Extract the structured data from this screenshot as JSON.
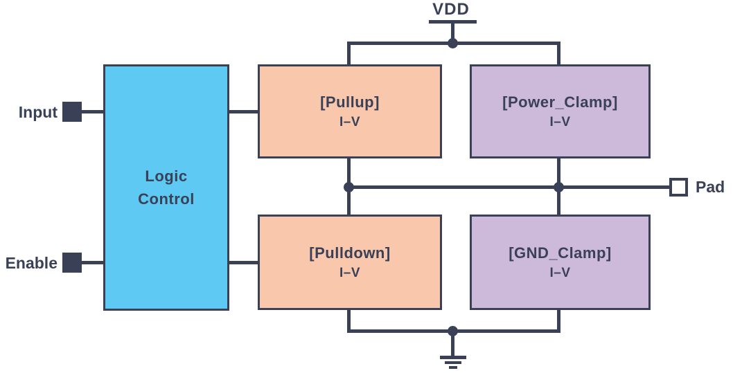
{
  "diagram": {
    "power_label": "VDD",
    "pins": {
      "input": "Input",
      "enable": "Enable",
      "pad": "Pad"
    },
    "blocks": {
      "logic_control": {
        "label": "Logic\nControl"
      },
      "pullup": {
        "title": "[Pullup]",
        "subtitle": "I–V"
      },
      "power_clamp": {
        "title": "[Power_Clamp]",
        "subtitle": "I–V"
      },
      "pulldown": {
        "title": "[Pulldown]",
        "subtitle": "I–V"
      },
      "gnd_clamp": {
        "title": "[GND_Clamp]",
        "subtitle": "I–V"
      }
    },
    "icons": {
      "power_rail": "horizontal-bar-tap",
      "ground": "three-stacked-bars",
      "input_pin": "filled-square",
      "enable_pin": "filled-square",
      "pad_pin": "open-square",
      "junction": "filled-dot"
    },
    "colors": {
      "outline": "#3a4157",
      "logic_control_fill": "#5ec9f2",
      "pullup_pulldown_fill": "#f9c7ac",
      "clamp_fill": "#cdb9da",
      "background": "#ffffff"
    }
  }
}
